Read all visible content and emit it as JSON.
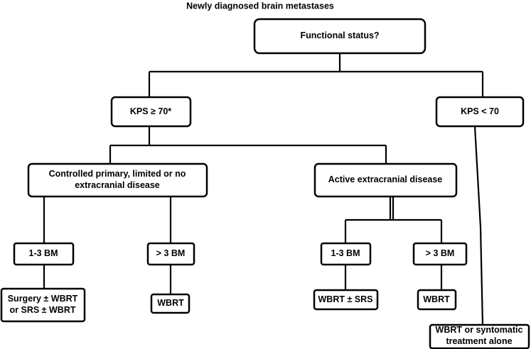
{
  "title": "Newly diagnosed brain metastases",
  "nodes": {
    "functional_status": [
      "Functional status?"
    ],
    "kps_high": [
      "KPS ≥ 70*"
    ],
    "kps_low": [
      "KPS < 70"
    ],
    "controlled_primary": [
      "Controlled primary, limited or no",
      "extracranial disease"
    ],
    "active_extracranial": [
      "Active extracranial disease"
    ],
    "left_1_3": [
      "1-3 BM"
    ],
    "left_gt3": [
      "> 3 BM"
    ],
    "right_1_3": [
      "1-3 BM"
    ],
    "right_gt3": [
      "> 3 BM"
    ],
    "surgery": [
      "Surgery ± WBRT",
      "or SRS ± WBRT"
    ],
    "wbrt_left": [
      "WBRT"
    ],
    "wbrt_srs": [
      "WBRT ± SRS"
    ],
    "wbrt_right": [
      "WBRT"
    ],
    "wbrt_symptomatic": [
      "WBRT or syntomatic",
      "treatment  alone"
    ]
  }
}
